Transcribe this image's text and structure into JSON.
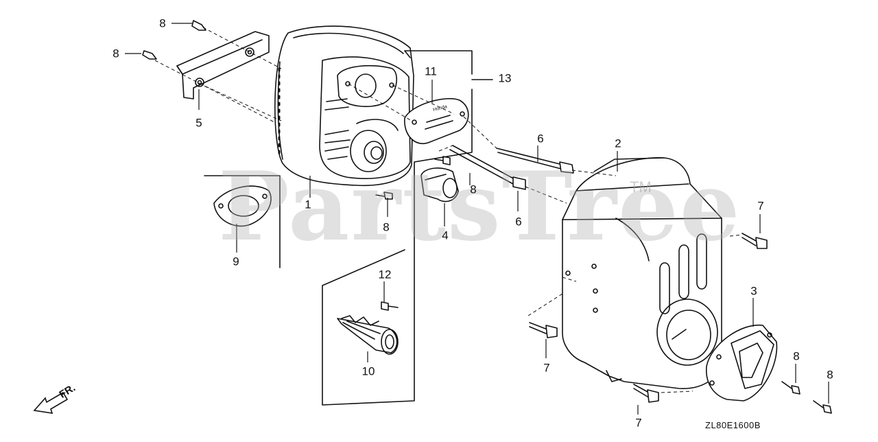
{
  "diagram": {
    "watermark": "PartsTree",
    "trademark": "TM",
    "code": "ZL80E1600B",
    "front_indicator": "FR.",
    "plate_text": "Honda",
    "callouts": {
      "c8_top": "8",
      "c8_left": "8",
      "c5": "5",
      "c1": "1",
      "c9": "9",
      "c11": "11",
      "c13": "13",
      "c8_mid": "8",
      "c8_clip": "8",
      "c4": "4",
      "c6_top": "6",
      "c6_bottom": "6",
      "c2": "2",
      "c12": "12",
      "c10": "10",
      "c7_right": "7",
      "c7_left": "7",
      "c7_bottom": "7",
      "c3": "3",
      "c8_right1": "8",
      "c8_right2": "8"
    }
  }
}
